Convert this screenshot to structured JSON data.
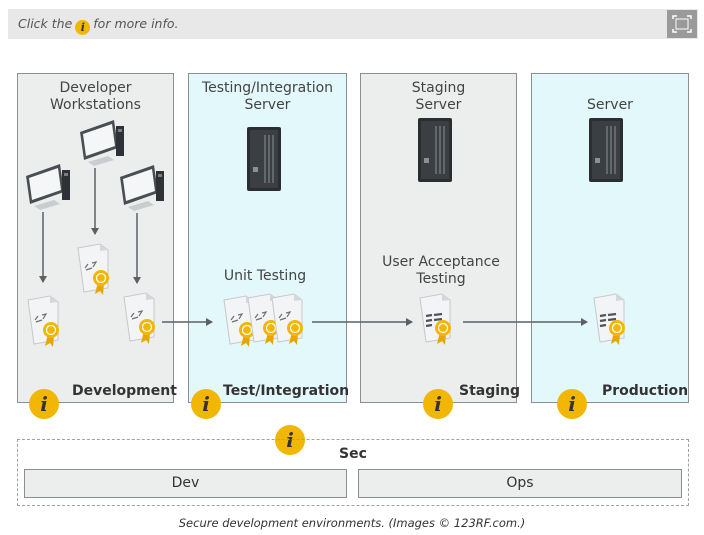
{
  "hint": {
    "before": "Click the",
    "glyph": "i",
    "after": "for more info."
  },
  "panels": [
    {
      "title": "Developer Workstations",
      "label": "Development"
    },
    {
      "title": "Testing/Integration Server",
      "label": "Test/Integration",
      "stage_label": "Unit Testing"
    },
    {
      "title": "Staging Server",
      "label": "Staging",
      "stage_label": "User Acceptance Testing"
    },
    {
      "title": "Server",
      "label": "Production"
    }
  ],
  "info_glyph": "i",
  "sec": {
    "title": "Sec",
    "dev": "Dev",
    "ops": "Ops"
  },
  "caption": "Secure development environments. (Images © 123RF.com.)",
  "colors": {
    "info": "#f2b705",
    "cyan_panel": "#e3f8fb",
    "gray_panel": "#eceded",
    "arrow": "#5a6066"
  },
  "icons": [
    "info-icon",
    "expand-icon",
    "workstation-icon",
    "server-rack-icon",
    "certificate-icon",
    "arrow-icon"
  ]
}
